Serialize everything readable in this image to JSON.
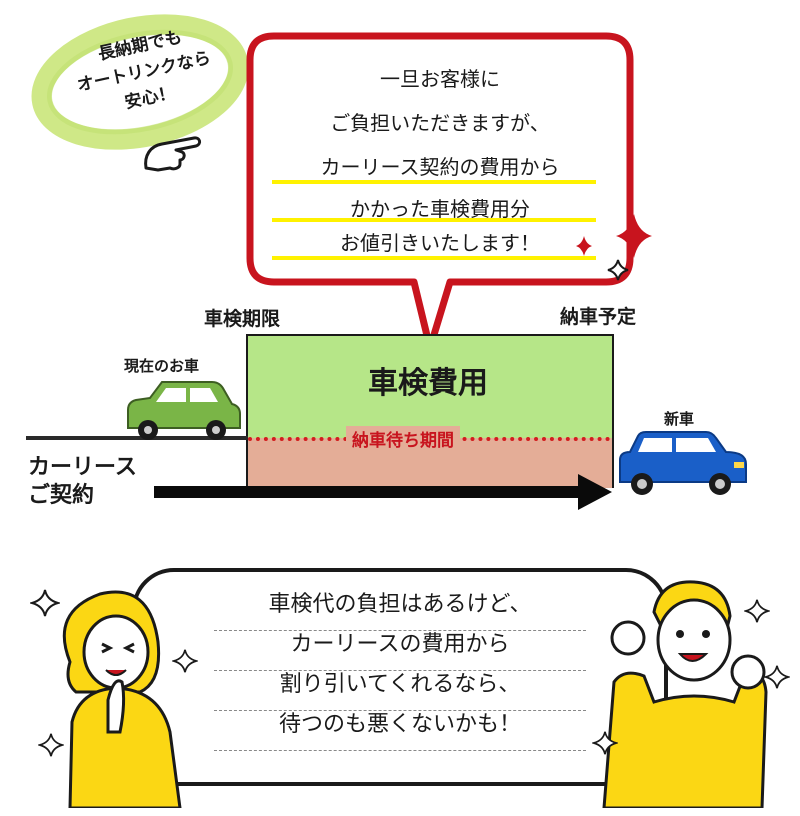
{
  "badge": {
    "lines": [
      "長納期でも",
      "オートリンクなら",
      "安心！"
    ]
  },
  "top_bubble": {
    "lines": [
      "一旦お客様に",
      "ご負担いただきますが、",
      "カーリース契約の費用から",
      "かかった車検費用分",
      "お値引きいたします！"
    ]
  },
  "timeline": {
    "inspection_deadline": "車検期限",
    "delivery_scheduled": "納車予定",
    "current_car": "現在のお車",
    "new_car": "新車",
    "inspection_cost": "車検費用",
    "waiting_period": "納車待ち期間",
    "lease_contract": [
      "カーリース",
      "ご契約"
    ]
  },
  "bottom_bubble": {
    "lines": [
      "車検代の負担はあるけど、",
      "カーリースの費用から",
      "割り引いてくれるなら、",
      "待つのも悪くないかも！"
    ]
  },
  "colors": {
    "bubble_border": "#c8141e",
    "highlight": "#fff200",
    "cost_green": "#b6e688",
    "wait_pink": "#e4ad97",
    "old_car": "#7ab547",
    "new_car": "#1a5fc8",
    "dots": "#d21e1e",
    "character_shirt": "#fbd714"
  }
}
